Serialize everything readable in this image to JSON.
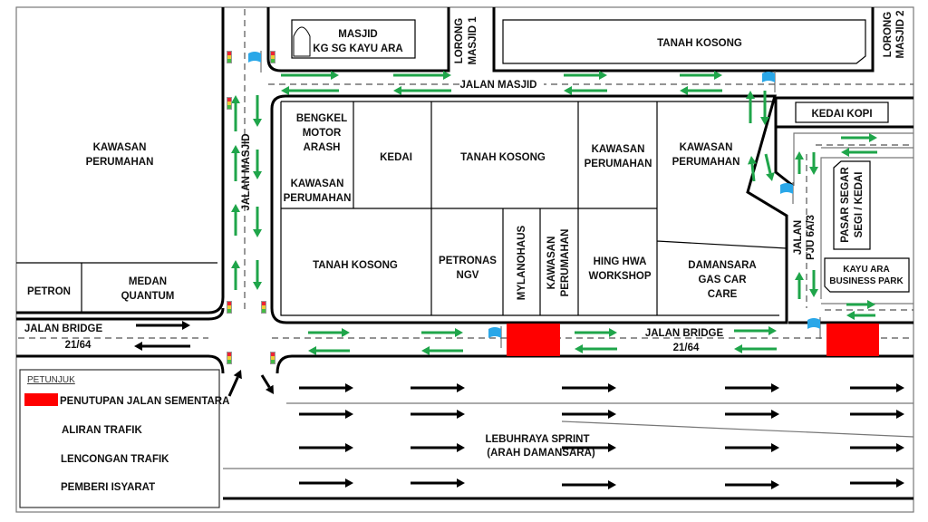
{
  "places": {
    "kawasan_perumahan_left": [
      "KAWASAN",
      "PERUMAHAN"
    ],
    "petron": "PETRON",
    "medan_quantum": [
      "MEDAN",
      "QUANTUM"
    ],
    "masjid": [
      "MASJID",
      "KG SG KAYU ARA"
    ],
    "lorong_masjid_1": [
      "LORONG",
      "MASJID 1"
    ],
    "tanah_kosong_top": "TANAH KOSONG",
    "lorong_masjid_2": [
      "LORONG",
      "MASJID 2"
    ],
    "jalan_masjid_h": "JALAN MASJID",
    "jalan_masjid_v": "JALAN MASJID",
    "bengkel": [
      "BENGKEL",
      "MOTOR",
      "ARASH"
    ],
    "kawasan_perumahan_small": [
      "KAWASAN",
      "PERUMAHAN"
    ],
    "kedai": "KEDAI",
    "tanah_kosong_mid": "TANAH KOSONG",
    "kawasan_perumahan_mid": [
      "KAWASAN",
      "PERUMAHAN"
    ],
    "kawasan_perumahan_right": [
      "KAWASAN",
      "PERUMAHAN"
    ],
    "kedai_kopi": "KEDAI KOPI",
    "tanah_kosong_low": "TANAH KOSONG",
    "petronas": [
      "PETRONAS",
      "NGV"
    ],
    "mylanohaus": "MYLANOHAUS",
    "kawasan_perumahan_vert": [
      "KAWASAN",
      "PERUMAHAN"
    ],
    "hing_hwa": [
      "HING HWA",
      "WORKSHOP"
    ],
    "damansara_gas": [
      "DAMANSARA",
      "GAS CAR",
      "CARE"
    ],
    "jalan_pju": [
      "JALAN",
      "PJU 6A/3"
    ],
    "pasar_segar": [
      "PASAR SEGAR",
      "SEGI / KEDAI"
    ],
    "kayu_ara_bp": [
      "KAYU ARA",
      "BUSINESS  PARK"
    ],
    "jalan_bridge_left": [
      "JALAN BRIDGE",
      "21/64"
    ],
    "jalan_bridge_right": [
      "JALAN BRIDGE",
      "21/64"
    ],
    "lebuhraya": [
      "LEBUHRAYA SPRINT",
      "(ARAH DAMANSARA)"
    ]
  },
  "legend": {
    "title": "PETUNJUK",
    "items": [
      {
        "label": "PENUTUPAN JALAN SEMENTARA",
        "icon": "red-closure-block"
      },
      {
        "label": "ALIRAN TRAFIK",
        "icon": "black-arrow"
      },
      {
        "label": "LENCONGAN TRAFIK",
        "icon": "green-arrow"
      },
      {
        "label": "PEMBERI ISYARAT",
        "icon": "blue-flag"
      }
    ]
  },
  "colors": {
    "closure": "#ff0000",
    "traffic": "#000000",
    "diversion": "#1fa54a",
    "flag": "#2aa7e8"
  }
}
